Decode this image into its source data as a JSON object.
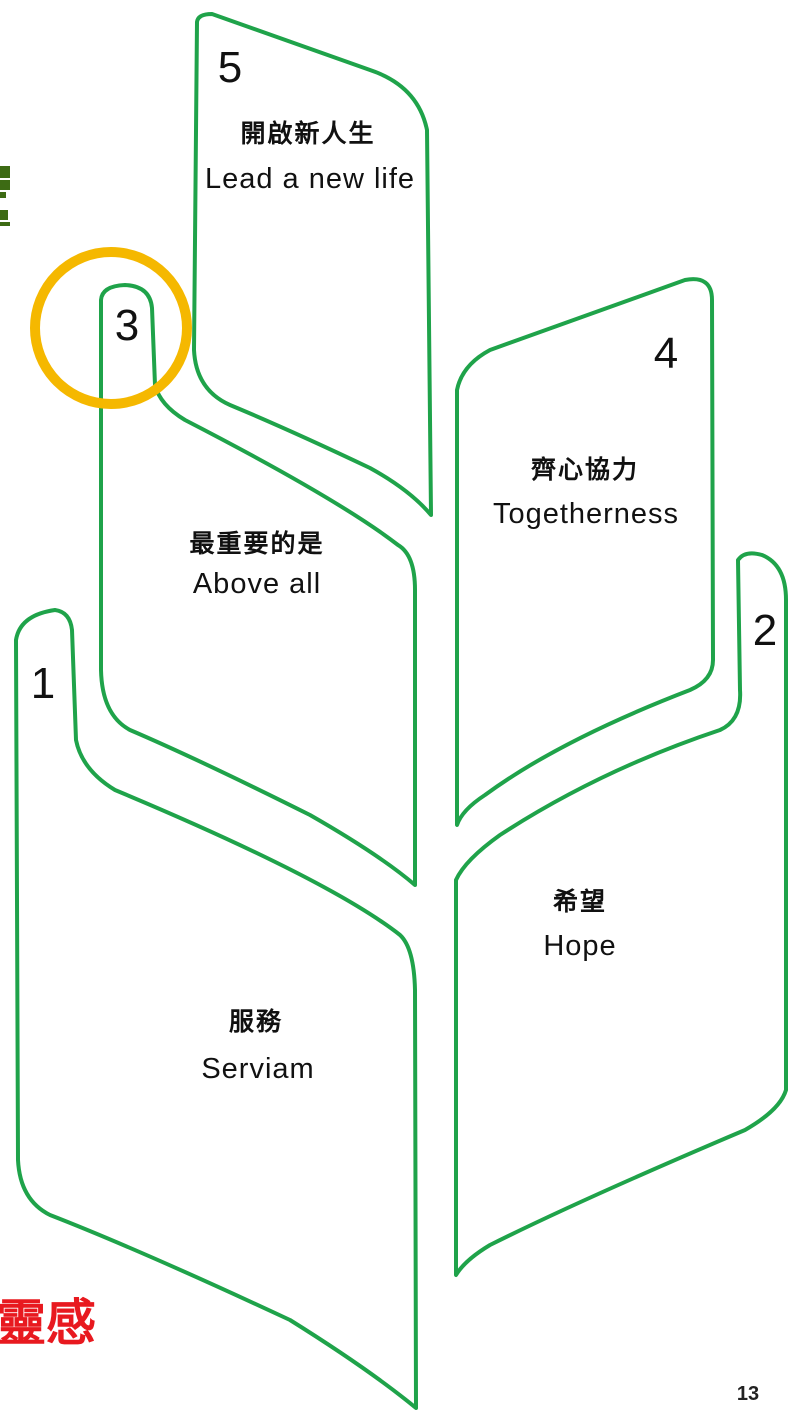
{
  "leaves": [
    {
      "number": "1",
      "zh": "服務",
      "en": "Serviam"
    },
    {
      "number": "2",
      "zh": "希望",
      "en": "Hope"
    },
    {
      "number": "3",
      "zh": "最重要的是",
      "en": "Above all"
    },
    {
      "number": "4",
      "zh": "齊心協力",
      "en": "Togetherness"
    },
    {
      "number": "5",
      "zh": "開啟新人生",
      "en": "Lead a new life"
    }
  ],
  "highlight": {
    "leaf": "3"
  },
  "side_text": {
    "top_fragment": "",
    "bottom_fragment": "靈感",
    "top_color": "#3d6b14",
    "bottom_color": "#e8191f"
  },
  "colors": {
    "leaf_outline": "#1fa34a",
    "highlight_ring": "#f5b800"
  },
  "page_number": "13"
}
